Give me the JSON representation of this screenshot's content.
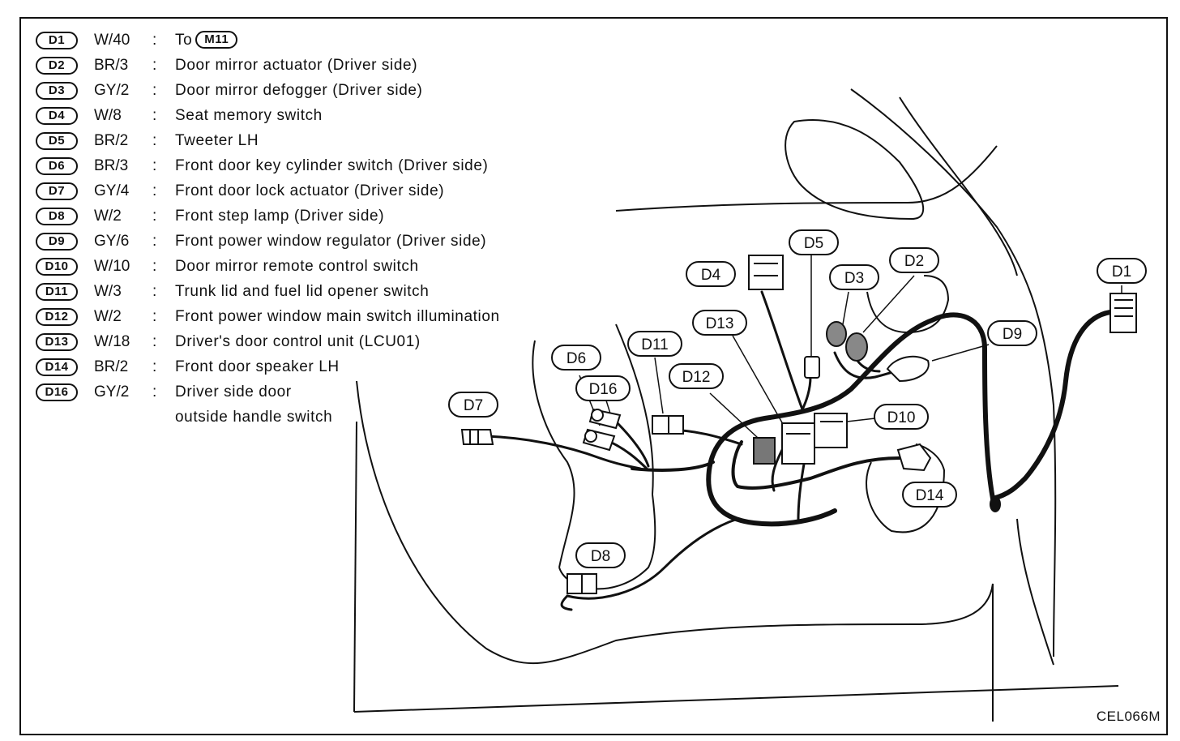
{
  "connectors": [
    {
      "id": "D1",
      "spec": "W/40",
      "desc": "To",
      "ref": "M11"
    },
    {
      "id": "D2",
      "spec": "BR/3",
      "desc": "Door mirror actuator (Driver side)"
    },
    {
      "id": "D3",
      "spec": "GY/2",
      "desc": "Door mirror defogger (Driver side)"
    },
    {
      "id": "D4",
      "spec": "W/8",
      "desc": "Seat memory switch"
    },
    {
      "id": "D5",
      "spec": "BR/2",
      "desc": "Tweeter LH"
    },
    {
      "id": "D6",
      "spec": "BR/3",
      "desc": "Front door key cylinder switch (Driver side)"
    },
    {
      "id": "D7",
      "spec": "GY/4",
      "desc": "Front door lock actuator (Driver side)"
    },
    {
      "id": "D8",
      "spec": "W/2",
      "desc": "Front step lamp (Driver side)"
    },
    {
      "id": "D9",
      "spec": "GY/6",
      "desc": "Front power window regulator (Driver side)"
    },
    {
      "id": "D10",
      "spec": "W/10",
      "desc": "Door mirror remote control switch"
    },
    {
      "id": "D11",
      "spec": "W/3",
      "desc": "Trunk lid and fuel lid opener switch"
    },
    {
      "id": "D12",
      "spec": "W/2",
      "desc": "Front power window main switch illumination"
    },
    {
      "id": "D13",
      "spec": "W/18",
      "desc": "Driver's door control unit (LCU01)"
    },
    {
      "id": "D14",
      "spec": "BR/2",
      "desc": "Front door speaker LH"
    },
    {
      "id": "D16",
      "spec": "GY/2",
      "desc": "Driver side door",
      "desc2": "outside handle switch"
    }
  ],
  "colon": ":",
  "callouts": [
    "D1",
    "D2",
    "D3",
    "D4",
    "D5",
    "D6",
    "D7",
    "D8",
    "D9",
    "D10",
    "D11",
    "D12",
    "D13",
    "D14",
    "D16"
  ],
  "figure_code": "CEL066M"
}
